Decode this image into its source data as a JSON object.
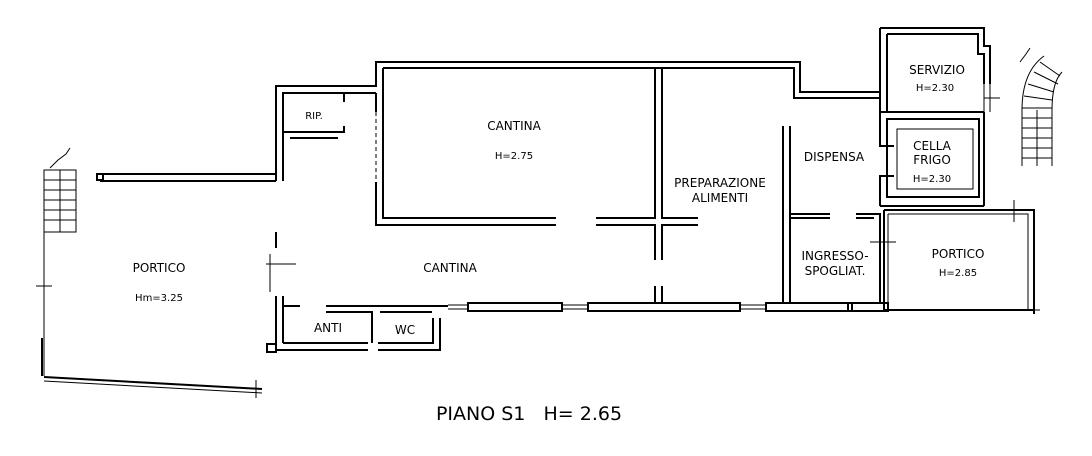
{
  "plan": {
    "footer_title": "PIANO S1   H= 2.65",
    "rooms": {
      "portico_left": {
        "name": "PORTICO",
        "height": "Hm=3.25"
      },
      "rip": {
        "name": "RIP."
      },
      "cantina_top": {
        "name": "CANTINA",
        "height": "H=2.75"
      },
      "cantina_main": {
        "name": "CANTINA"
      },
      "anti": {
        "name": "ANTI"
      },
      "wc": {
        "name": "WC"
      },
      "preparazione": {
        "line1": "PREPARAZIONE",
        "line2": "ALIMENTI"
      },
      "dispensa": {
        "name": "DISPENSA"
      },
      "servizio": {
        "name": "SERVIZIO",
        "height": "H=2.30"
      },
      "cella_frigo": {
        "line1": "CELLA",
        "line2": "FRIGO",
        "height": "H=2.30"
      },
      "ingresso": {
        "line1": "INGRESSO-",
        "line2": "SPOGLIAT."
      },
      "portico_right": {
        "name": "PORTICO",
        "height": "H=2.85"
      }
    }
  }
}
